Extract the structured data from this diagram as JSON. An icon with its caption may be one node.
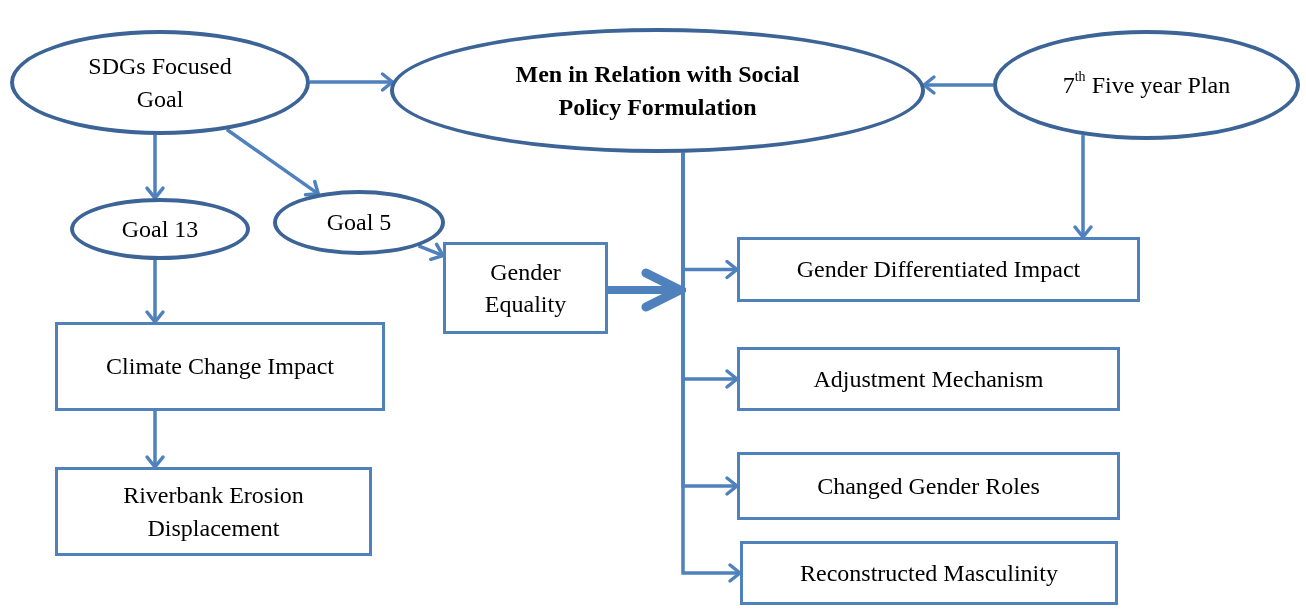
{
  "diagram": {
    "nodes": [
      {
        "text": [
          "SDGs Focused Goal"
        ]
      },
      {
        "text": [
          "Men in Relation with Social Policy Formulation"
        ]
      },
      {
        "text": [
          "7$^{th}$ Five year Plan"
        ]
      },
      {
        "text": [
          "Goal 13"
        ]
      },
      {
        "text": [
          "Goal 5"
        ]
      },
      {
        "text": [
          "Gender Equality"
        ]
      },
      {
        "text": [
          "Gender Differentiated Impact"
        ]
      },
      {
        "text": [
          "Adjustment Mechanism"
        ]
      },
      {
        "text": [
          "Changed Gender Roles"
        ]
      },
      {
        "text": [
          "Reconstructed Masculinity"
        ]
      },
      {
        "text": [
          "Climate Change Impact"
        ]
      },
      {
        "text": [
          "Riverbank Erosion Displacement"
        ]
      }
    ],
    "edges": [
      {
        "from": 0,
        "to": 1,
        "arrow": "to"
      },
      {
        "from": 2,
        "to": 1,
        "arrow": "to"
      },
      {
        "from": 0,
        "to": 3,
        "arrow": "to"
      },
      {
        "from": 0,
        "to": 4,
        "arrow": "to"
      },
      {
        "from": 3,
        "to": 10,
        "arrow": "to"
      },
      {
        "from": 10,
        "to": 11,
        "arrow": "to"
      },
      {
        "from": 4,
        "to": 5,
        "arrow": "to"
      },
      {
        "from": 5,
        "to": null,
        "arrow": "to",
        "style": "thick"
      },
      {
        "from": 2,
        "to": 6,
        "arrow": "to"
      },
      {
        "from": 1,
        "to": 6,
        "arrow": "to"
      },
      {
        "from": 1,
        "to": 7,
        "arrow": "to"
      },
      {
        "from": 1,
        "to": 8,
        "arrow": "to"
      },
      {
        "from": 1,
        "to": 9,
        "arrow": "to"
      }
    ]
  }
}
